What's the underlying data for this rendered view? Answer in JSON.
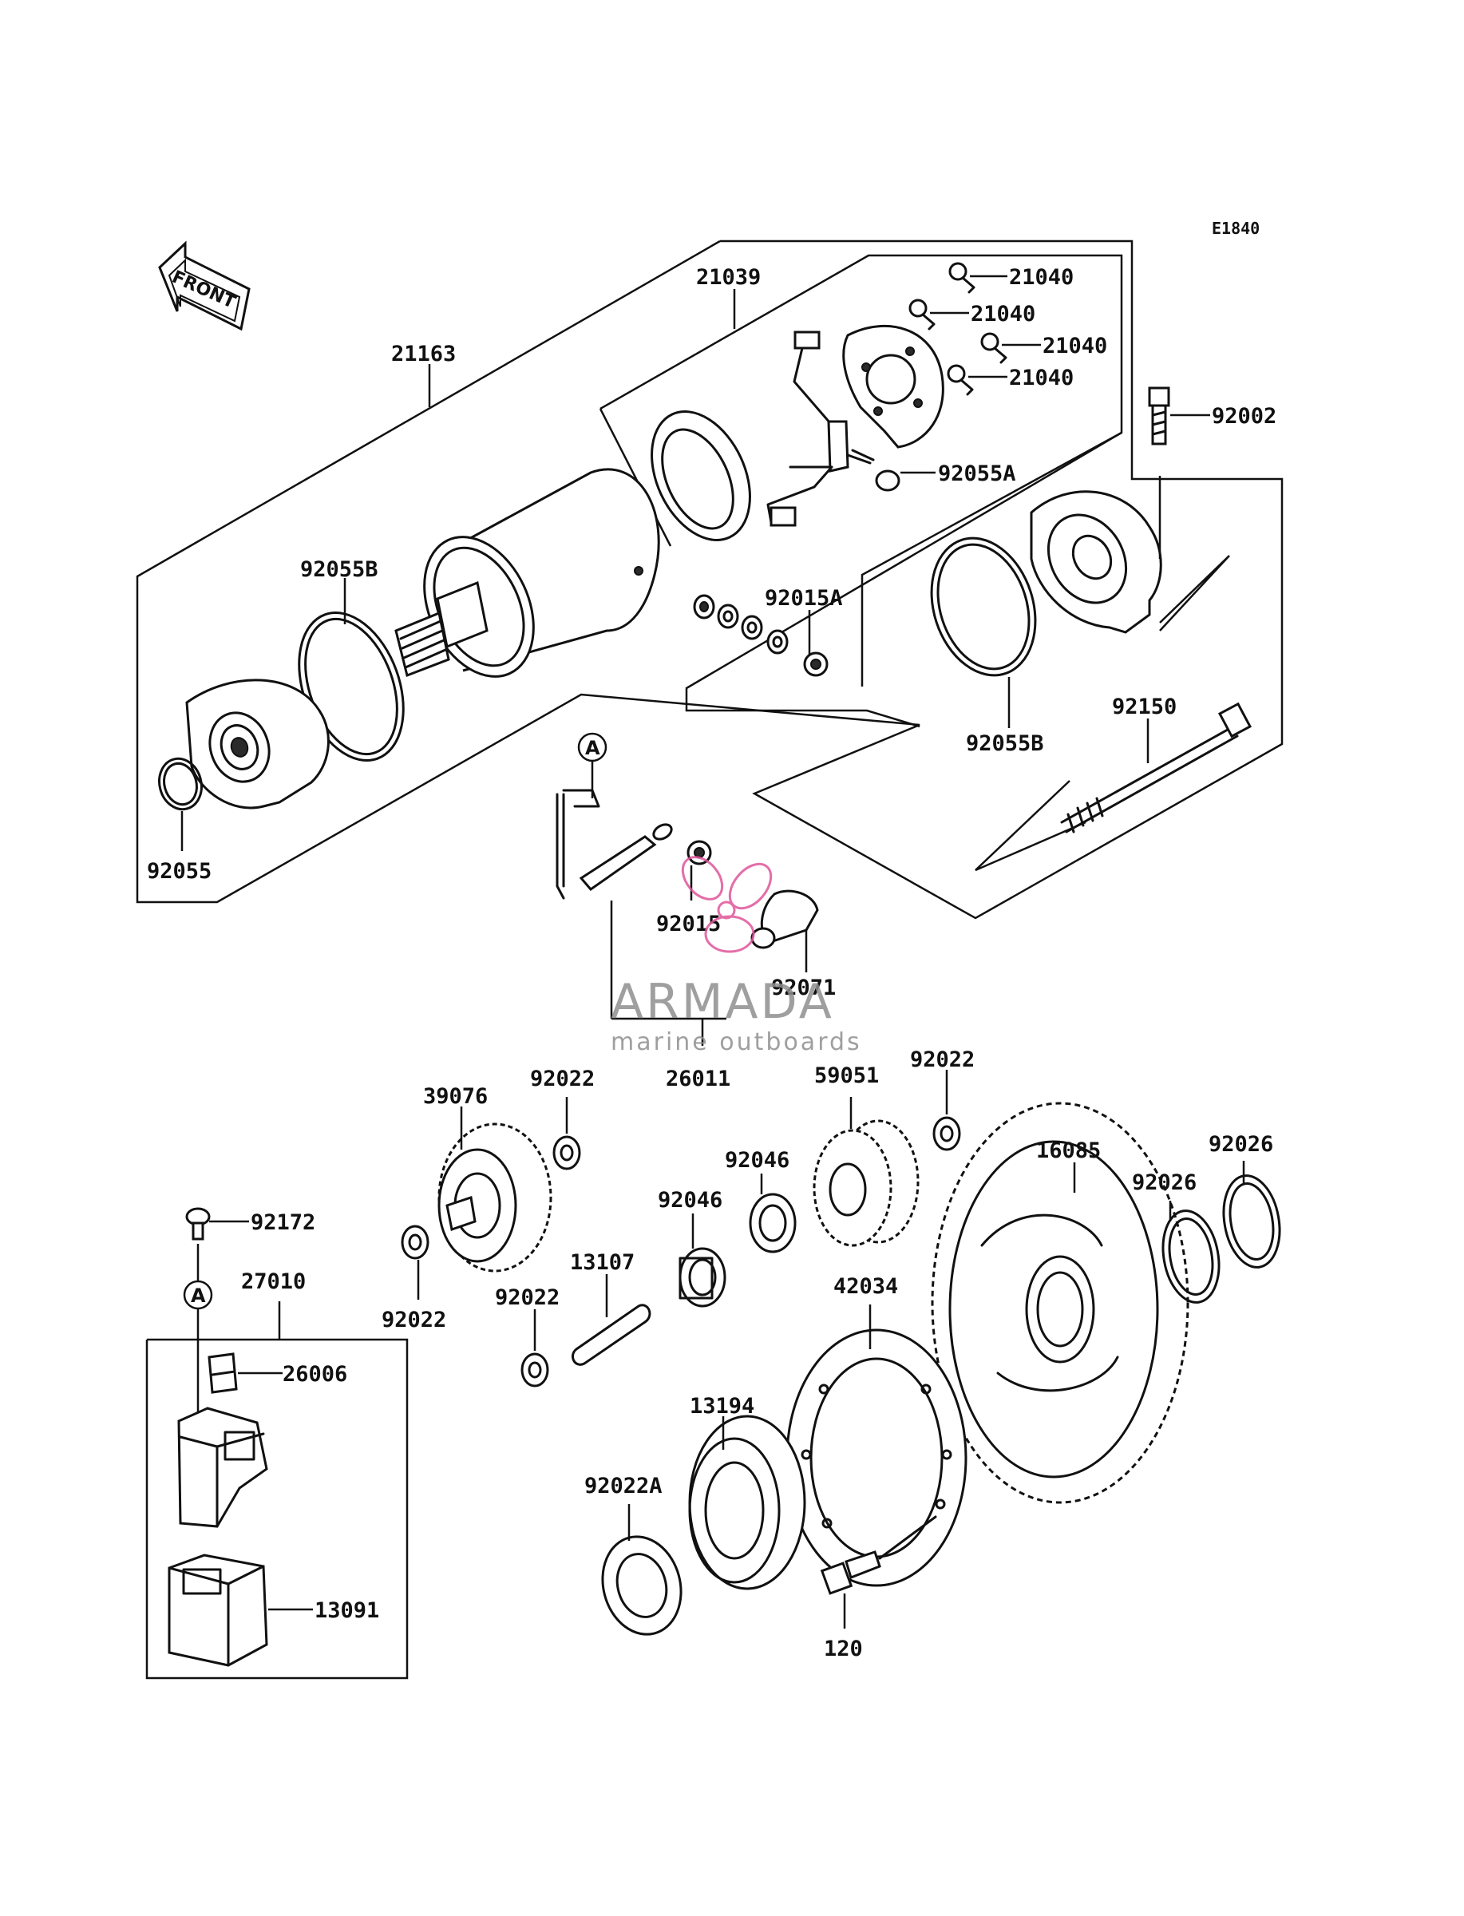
{
  "diagram_code": "E1840",
  "front_arrow_label": "FRONT",
  "reference_letter": "A",
  "watermark": {
    "brand": "ARMADA",
    "tagline": "marine outboards",
    "color": "#e0559a"
  },
  "labels": {
    "p21163": "21163",
    "p21039": "21039",
    "p21040a": "21040",
    "p21040b": "21040",
    "p21040c": "21040",
    "p21040d": "21040",
    "p92002": "92002",
    "p92055A": "92055A",
    "p92055B_left": "92055B",
    "p92015A": "92015A",
    "p92055B_right": "92055B",
    "p92150": "92150",
    "p92055": "92055",
    "p92015": "92015",
    "p92071": "92071",
    "p26011": "26011",
    "p39076": "39076",
    "p92022_a": "92022",
    "p59051": "59051",
    "p92022_b": "92022",
    "p92046_a": "92046",
    "p92046_b": "92046",
    "p16085": "16085",
    "p92026_a": "92026",
    "p92026_b": "92026",
    "p92172": "92172",
    "p27010": "27010",
    "p92022_c": "92022",
    "p13107": "13107",
    "p92022_d": "92022",
    "p42034": "42034",
    "p26006": "26006",
    "p13194": "13194",
    "p92022A": "92022A",
    "p13091": "13091",
    "p120": "120"
  }
}
